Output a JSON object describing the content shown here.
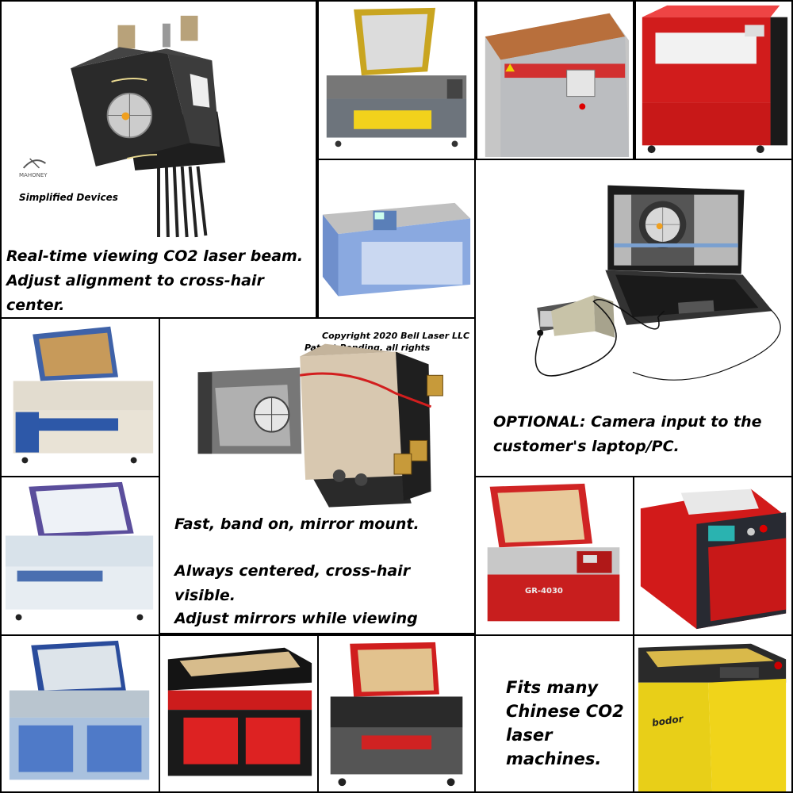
{
  "main_panel": {
    "brand": "Simplified Devices",
    "logo_text": "MAHONEY",
    "caption_line1": "Real-time viewing CO2 laser beam.",
    "caption_line2": "Adjust alignment to cross-hair center."
  },
  "center_panel": {
    "copyright_line1": "Copyright 2020 Bell Laser LLC",
    "copyright_line2": "Patent Pending, all rights reserved",
    "caption_1": "Fast, band on, mirror mount.",
    "caption_2": "Always centered, cross-hair visible.",
    "caption_3": "Adjust mirrors while viewing beam."
  },
  "laptop_panel": {
    "caption_line1": "OPTIONAL: Camera input to the",
    "caption_line2": "customer's laptop/PC."
  },
  "fits_panel": {
    "line1": "Fits many",
    "line2": "Chinese CO2",
    "line3": "laser",
    "line4": "machines."
  },
  "machine_labels": {
    "gr4030": "GR-4030",
    "bodor": "bodor"
  }
}
